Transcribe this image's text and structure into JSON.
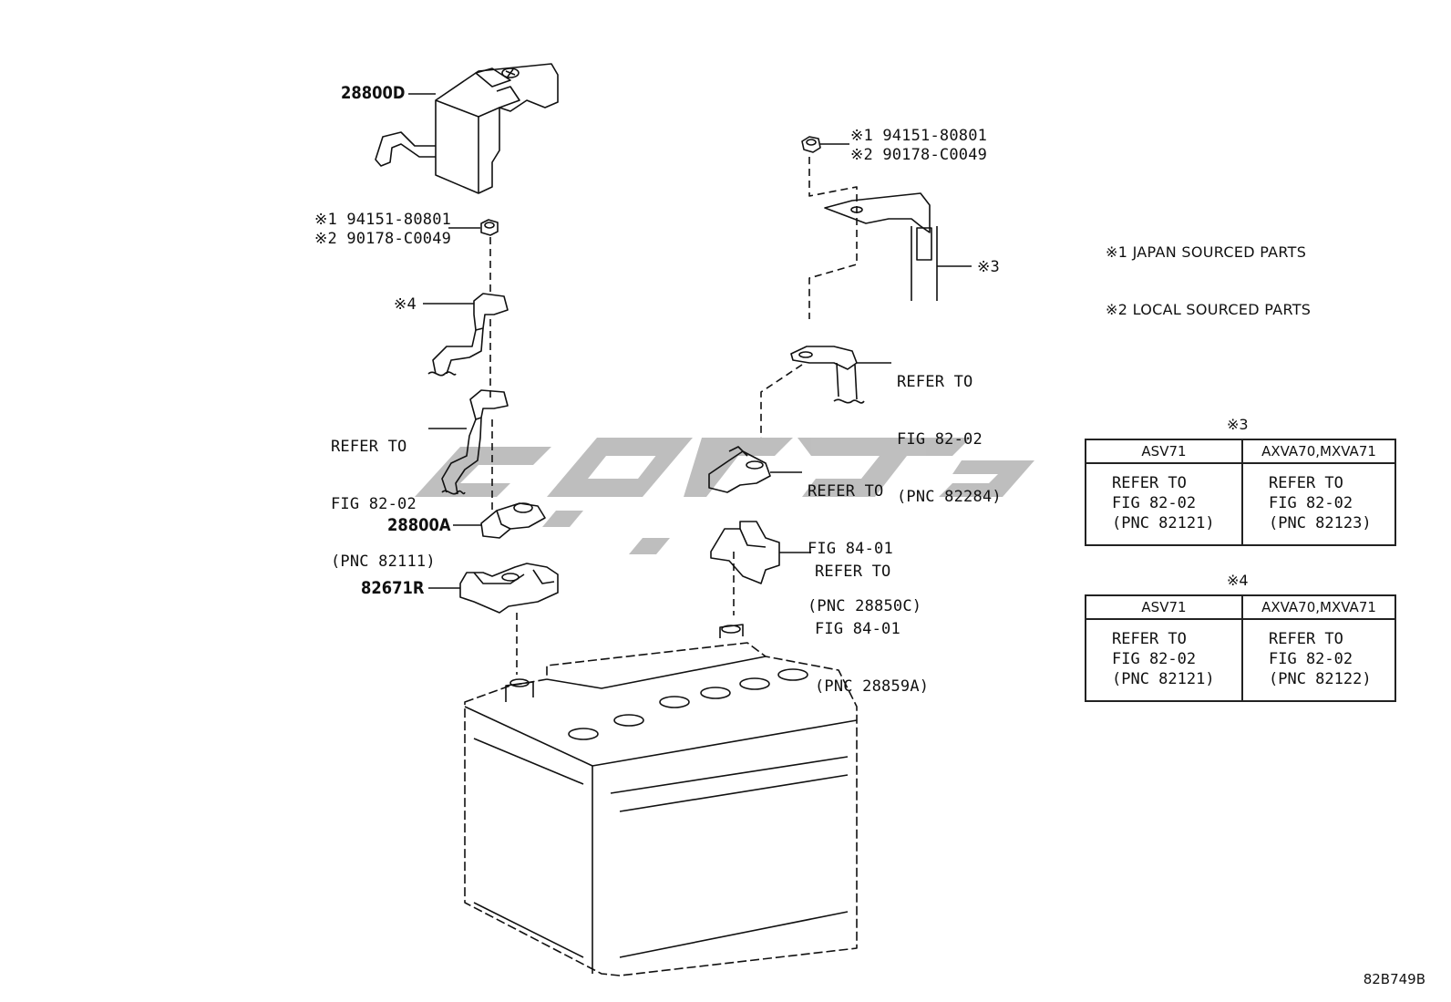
{
  "part_numbers": {
    "cover": "28800D",
    "clamp": "28800A",
    "bracket": "82671R"
  },
  "nut_left": {
    "line1": "※1 94151-80801",
    "line2": "※2 90178-C0049"
  },
  "nut_right": {
    "line1": "※1 94151-80801",
    "line2": "※2 90178-C0049"
  },
  "callouts": {
    "note4": "※4",
    "note3": "※3"
  },
  "refs": {
    "left_cable": {
      "l1": "REFER TO",
      "l2": "FIG 82-02",
      "l3": "(PNC 82111)"
    },
    "right_cable": {
      "l1": "REFER TO",
      "l2": "FIG 82-02",
      "l3": "(PNC 82284)"
    },
    "terminal": {
      "l1": "REFER TO",
      "l2": "FIG 84-01",
      "l3": "(PNC 28850C)"
    },
    "holder": {
      "l1": "REFER TO",
      "l2": "FIG 84-01",
      "l3": "(PNC 28859A)"
    }
  },
  "legend": {
    "line1": "※1 JAPAN SOURCED PARTS",
    "line2": "※2 LOCAL SOURCED PARTS"
  },
  "table3": {
    "title": "※3",
    "col1": "ASV71",
    "col2": "AXVA70,MXVA71",
    "cell1": {
      "l1": "REFER TO",
      "l2": "FIG 82-02",
      "l3": "(PNC 82121)"
    },
    "cell2": {
      "l1": "REFER TO",
      "l2": "FIG 82-02",
      "l3": "(PNC 82123)"
    }
  },
  "table4": {
    "title": "※4",
    "col1": "ASV71",
    "col2": "AXVA70,MXVA71",
    "cell1": {
      "l1": "REFER TO",
      "l2": "FIG 82-02",
      "l3": "(PNC 82121)"
    },
    "cell2": {
      "l1": "REFER TO",
      "l2": "FIG 82-02",
      "l3": "(PNC 82122)"
    }
  },
  "figure_id": "82B749B",
  "colors": {
    "line": "#111111",
    "watermark": "#b4b4b4"
  }
}
